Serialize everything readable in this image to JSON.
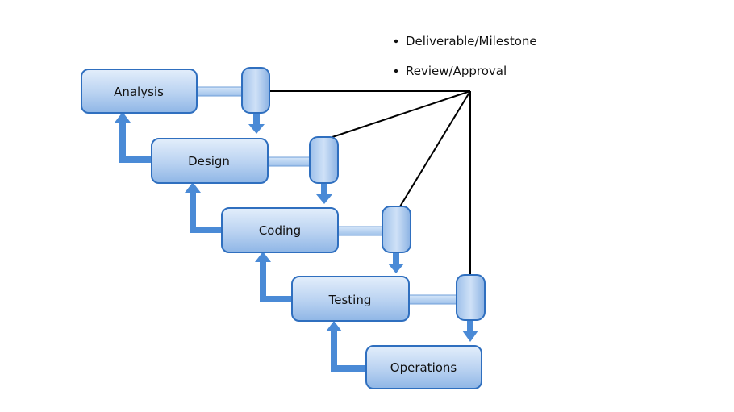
{
  "legend": {
    "items": [
      "Deliverable/Milestone",
      "Review/Approval"
    ]
  },
  "phases": [
    {
      "label": "Analysis"
    },
    {
      "label": "Design"
    },
    {
      "label": "Coding"
    },
    {
      "label": "Testing"
    },
    {
      "label": "Operations"
    }
  ],
  "colors": {
    "box_fill_top": "#dbe8f8",
    "box_fill_bottom": "#98bde8",
    "box_border": "#2f6fbf",
    "arrow_fill": "#4a8ad6",
    "line": "#000000",
    "text": "#111111"
  }
}
